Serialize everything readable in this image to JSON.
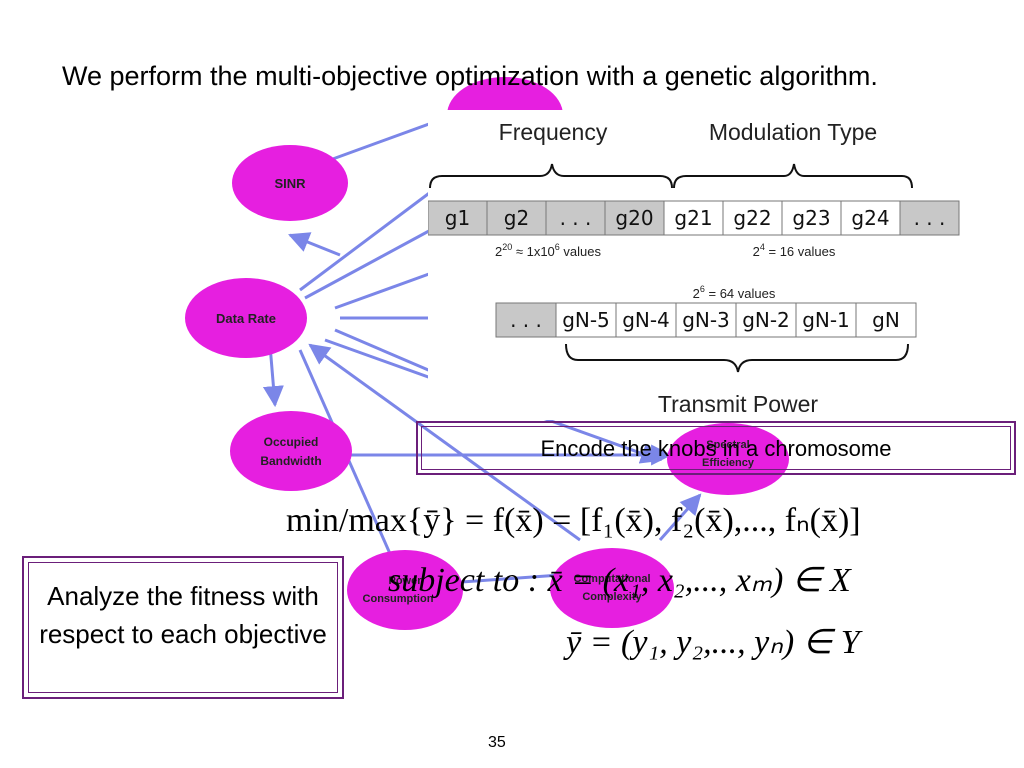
{
  "title": "We perform the multi-objective optimization with a genetic algorithm.",
  "graph": {
    "nodes": {
      "sinr": "SINR",
      "data_rate": "Data Rate",
      "occupied_bandwidth_line1": "Occupied",
      "occupied_bandwidth_line2": "Bandwidth",
      "spectral_efficiency_line1": "Spectral",
      "spectral_efficiency_line2": "Efficiency",
      "power_consumption_line1": "Power",
      "power_consumption_line2": "Consumption",
      "computational_complexity_line1": "Computational",
      "computational_complexity_line2": "Complexity"
    },
    "node_color": "#e61fe0",
    "edge_color": "#7b86e8"
  },
  "chromosome": {
    "frequency_label": "Frequency",
    "modulation_label": "Modulation Type",
    "transmit_power_label": "Transmit Power",
    "top_genes": [
      "g1",
      "g2",
      ". . .",
      "g20",
      "g21",
      "g22",
      "g23",
      "g24",
      ". . ."
    ],
    "bottom_genes": [
      ". . .",
      "gN-5",
      "gN-4",
      "gN-3",
      "gN-2",
      "gN-1",
      "gN"
    ],
    "frequency_note": "2^20 ≈ 1x10^6 values",
    "modulation_note": "2^4 = 16 values",
    "power_note": "2^6 = 64 values",
    "shaded_color": "#c8c8c8"
  },
  "encode_label": "Encode the knobs in a chromosome",
  "fitness_label": "Analyze the fitness with respect to each objective",
  "equations": {
    "objective": "min/max{ȳ} = f(x̄) = [f₁(x̄), f₂(x̄),..., fₙ(x̄)]",
    "subject": "subject to : x̄ = (x₁, x₂,..., xₘ) ∈ X",
    "output": "ȳ = (y₁, y₂,..., yₙ) ∈ Y"
  },
  "page_number": "35",
  "accent_color": "#6b1f7a"
}
